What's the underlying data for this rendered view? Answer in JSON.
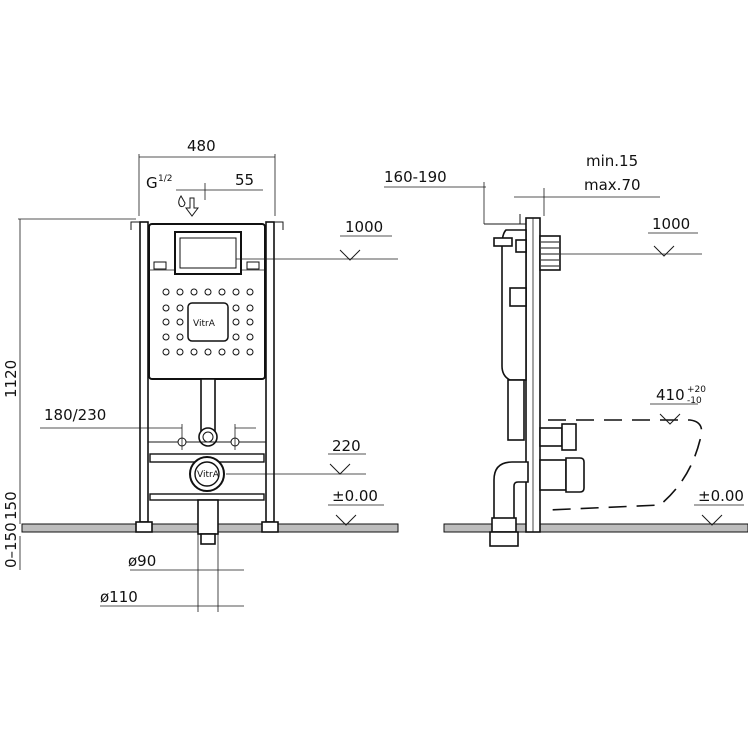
{
  "front_view": {
    "width_label": "480",
    "inlet_thread_label": "G",
    "inlet_thread_fraction": "1/2",
    "inlet_offset_label": "55",
    "height_label": "1120",
    "floor_range_label": "0–150",
    "floor_offset_label": "150",
    "anchor_spacing_label": "180/230",
    "inner_pipe_label": "ø90",
    "outer_pipe_label": "ø110",
    "level_top_label": "1000",
    "level_drain_label": "220",
    "level_floor_label": "±0.00",
    "plate_logo": "VitrA",
    "drain_logo": "VitrA"
  },
  "side_view": {
    "depth_label": "160-190",
    "min_label": "min.15",
    "max_label": "max.70",
    "level_top_label": "1000",
    "bowl_height_label": "410",
    "bowl_tol_plus": "+20",
    "bowl_tol_minus": "-10",
    "level_floor_label": "±0.00"
  }
}
